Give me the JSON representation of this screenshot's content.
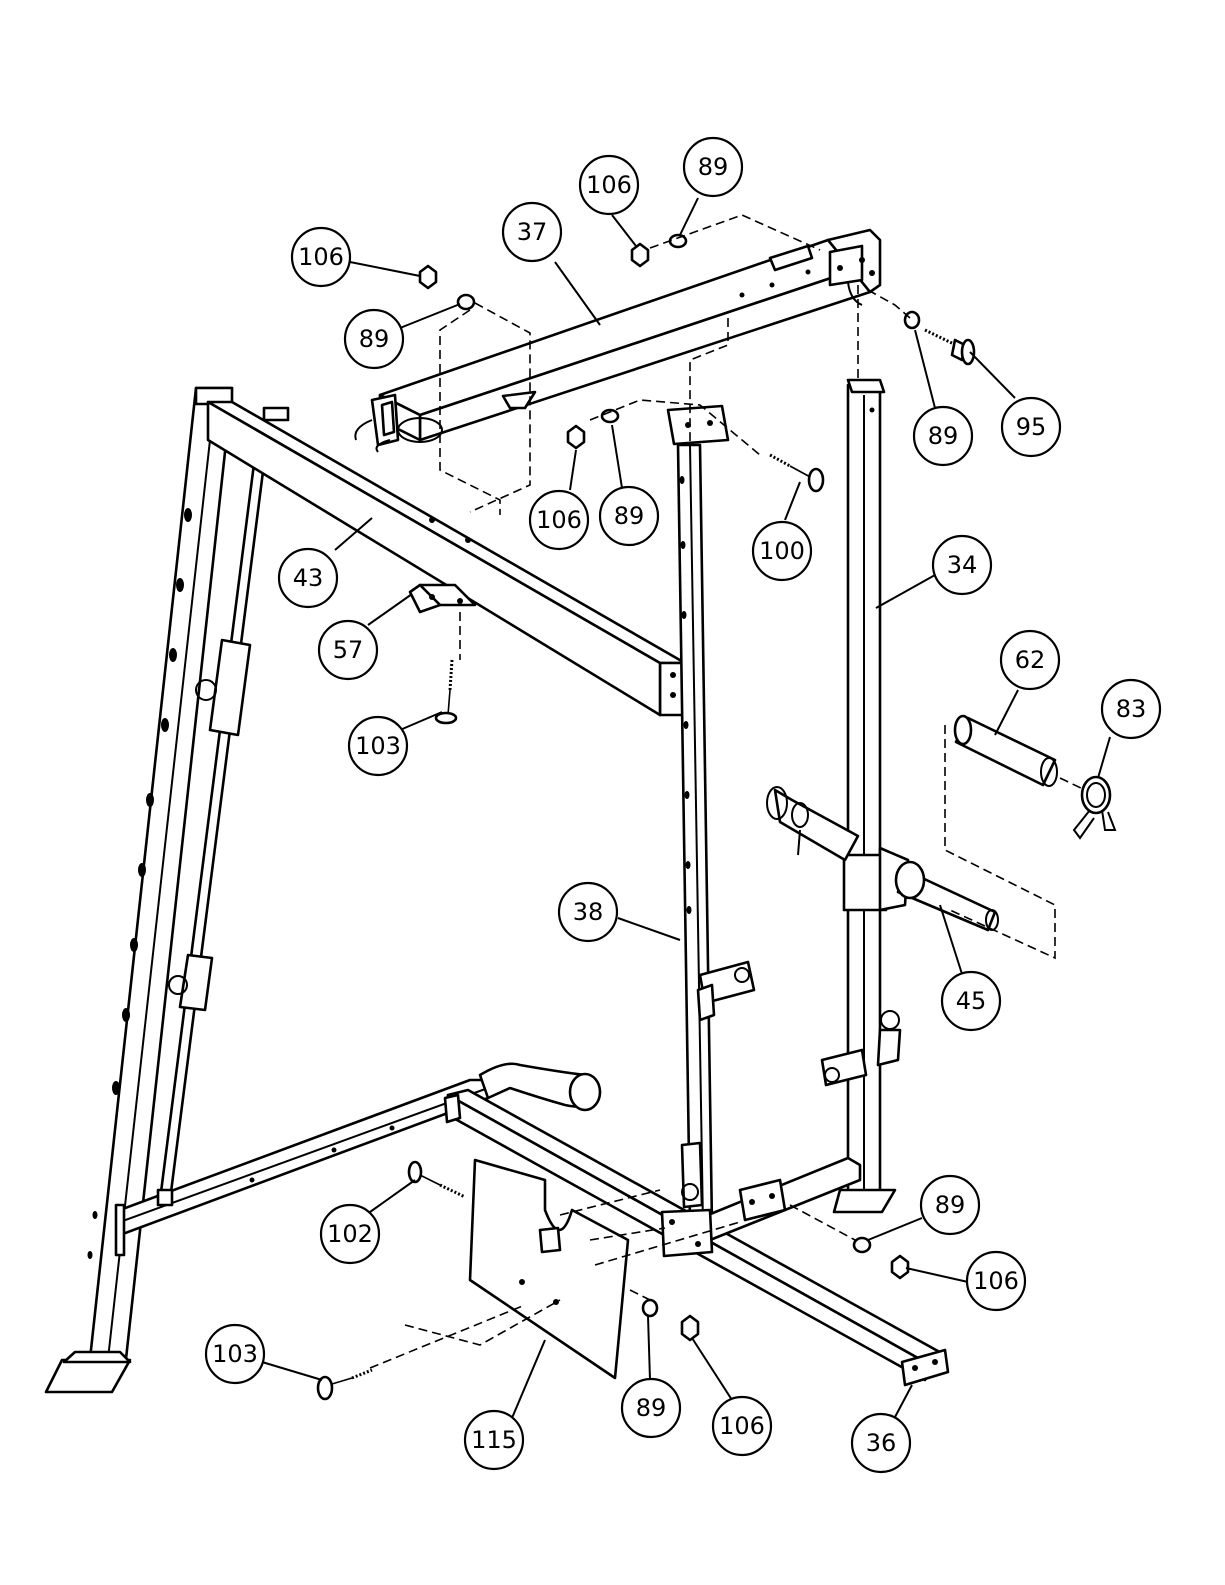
{
  "callouts": [
    {
      "id": "c37",
      "label": "37"
    },
    {
      "id": "c106a",
      "label": "106"
    },
    {
      "id": "c89a",
      "label": "89"
    },
    {
      "id": "c106b",
      "label": "106"
    },
    {
      "id": "c89b",
      "label": "89"
    },
    {
      "id": "c89c",
      "label": "89"
    },
    {
      "id": "c95",
      "label": "95"
    },
    {
      "id": "c106c",
      "label": "106"
    },
    {
      "id": "c89d",
      "label": "89"
    },
    {
      "id": "c100",
      "label": "100"
    },
    {
      "id": "c43",
      "label": "43"
    },
    {
      "id": "c57",
      "label": "57"
    },
    {
      "id": "c34",
      "label": "34"
    },
    {
      "id": "c62",
      "label": "62"
    },
    {
      "id": "c83",
      "label": "83"
    },
    {
      "id": "c103a",
      "label": "103"
    },
    {
      "id": "c38",
      "label": "38"
    },
    {
      "id": "c45",
      "label": "45"
    },
    {
      "id": "c89e",
      "label": "89"
    },
    {
      "id": "c102",
      "label": "102"
    },
    {
      "id": "c106d",
      "label": "106"
    },
    {
      "id": "c103b",
      "label": "103"
    },
    {
      "id": "c89f",
      "label": "89"
    },
    {
      "id": "c106e",
      "label": "106"
    },
    {
      "id": "c115",
      "label": "115"
    },
    {
      "id": "c36",
      "label": "36"
    }
  ]
}
